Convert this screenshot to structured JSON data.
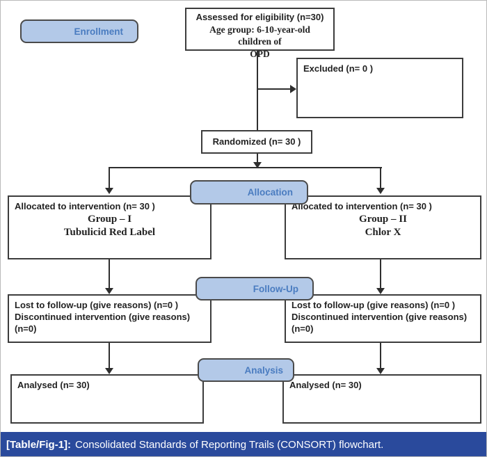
{
  "flowchart": {
    "stage_labels": {
      "enrollment": "Enrollment",
      "allocation": "Allocation",
      "followup": "Follow-Up",
      "analysis": "Analysis"
    },
    "assessed": {
      "line1": "Assessed for eligibility (n=30)",
      "line2": "Age group: 6-10-year-old children of",
      "line3": "OPD"
    },
    "excluded": "Excluded (n= 0 )",
    "randomized": "Randomized (n= 30 )",
    "allocated_left": {
      "line1": "Allocated to intervention (n= 30 )",
      "line2": "Group – I",
      "line3": "Tubulicid Red Label"
    },
    "allocated_right": {
      "line1": "Allocated to intervention (n= 30 )",
      "line2": "Group – II",
      "line3": "Chlor X"
    },
    "followup_left": {
      "line1": "Lost to follow-up (give reasons) (n=0 )",
      "line2": "Discontinued intervention (give reasons)",
      "line3": "(n=0)"
    },
    "followup_right": {
      "line1": "Lost to follow-up (give reasons) (n=0 )",
      "line2": "Discontinued intervention (give reasons)",
      "line3": "(n=0)"
    },
    "analysed_left": "Analysed (n= 30)",
    "analysed_right": "Analysed (n= 30)"
  },
  "caption": {
    "label": "[Table/Fig-1]:",
    "text": "Consolidated Standards of Reporting Trails (CONSORT) flowchart."
  },
  "colors": {
    "pill_fill": "#b3c9e8",
    "pill_border": "#4a4a4a",
    "pill_text": "#4a7cc0",
    "line": "#2e2e2e",
    "box_border": "#3c3c3c",
    "caption_bg": "#2a4a9c"
  }
}
